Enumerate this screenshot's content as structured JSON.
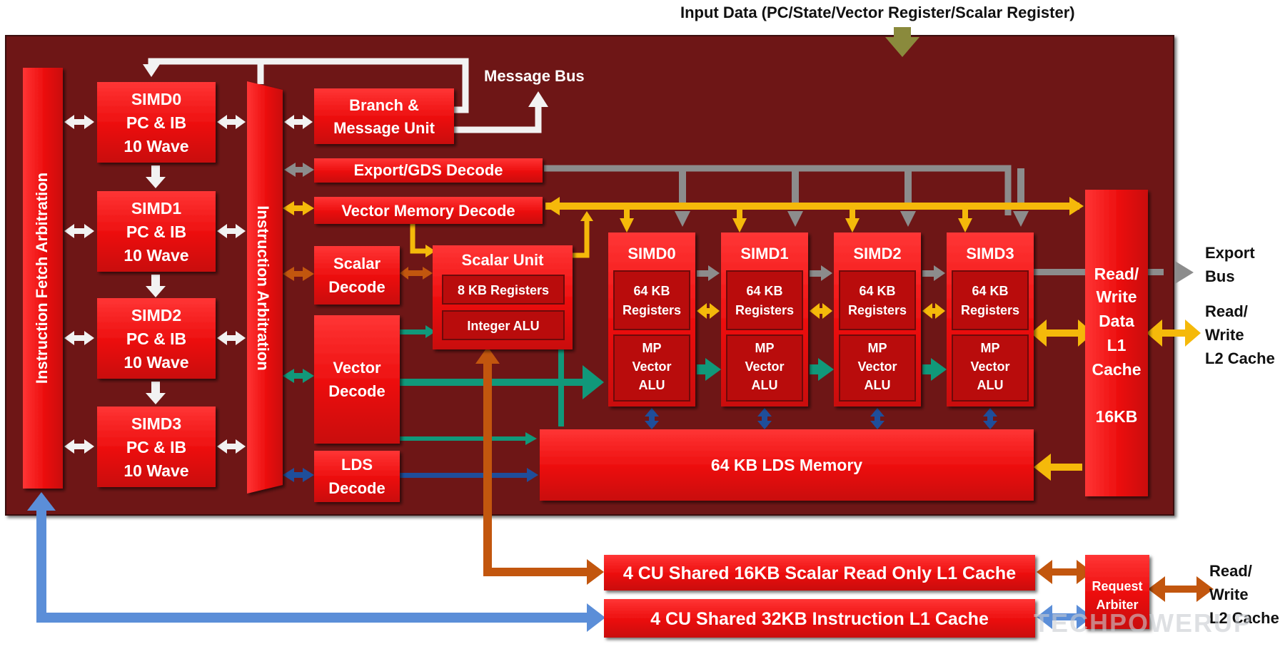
{
  "labels": {
    "input_data": "Input Data (PC/State/Vector Register/Scalar Register)",
    "message_bus": "Message Bus",
    "export_bus": [
      "Export",
      "Bus"
    ],
    "rw_l2_right": [
      "Read/",
      "Write",
      "L2 Cache"
    ],
    "rw_l2_bottom": [
      "Read/",
      "Write",
      "L2 Cache"
    ],
    "watermark": "TECHPOWERUP"
  },
  "blocks": {
    "instruction_fetch_arbitration": "Instruction Fetch Arbitration",
    "instruction_arbitration": "Instruction Arbitration",
    "simd_pc_ib": [
      [
        "SIMD0",
        "PC & IB",
        "10 Wave"
      ],
      [
        "SIMD1",
        "PC & IB",
        "10 Wave"
      ],
      [
        "SIMD2",
        "PC & IB",
        "10 Wave"
      ],
      [
        "SIMD3",
        "PC & IB",
        "10 Wave"
      ]
    ],
    "branch_message_unit": [
      "Branch &",
      "Message Unit"
    ],
    "export_gds_decode": "Export/GDS Decode",
    "vector_memory_decode": "Vector Memory Decode",
    "scalar_decode": [
      "Scalar",
      "Decode"
    ],
    "vector_decode": [
      "Vector",
      "Decode"
    ],
    "lds_decode": [
      "LDS",
      "Decode"
    ],
    "scalar_unit": {
      "title": "Scalar Unit",
      "registers": "8 KB Registers",
      "alu": "Integer ALU"
    },
    "simd_units": [
      {
        "name": "SIMD0",
        "registers": [
          "64 KB",
          "Registers"
        ],
        "alu": [
          "MP",
          "Vector",
          "ALU"
        ]
      },
      {
        "name": "SIMD1",
        "registers": [
          "64 KB",
          "Registers"
        ],
        "alu": [
          "MP",
          "Vector",
          "ALU"
        ]
      },
      {
        "name": "SIMD2",
        "registers": [
          "64 KB",
          "Registers"
        ],
        "alu": [
          "MP",
          "Vector",
          "ALU"
        ]
      },
      {
        "name": "SIMD3",
        "registers": [
          "64 KB",
          "Registers"
        ],
        "alu": [
          "MP",
          "Vector",
          "ALU"
        ]
      }
    ],
    "lds_memory": "64 KB LDS Memory",
    "l1_data_cache": [
      "Read/",
      "Write",
      "Data",
      "L1",
      "Cache",
      "16KB"
    ],
    "scalar_l1_cache": "4 CU Shared 16KB Scalar Read Only L1 Cache",
    "instruction_l1_cache": "4 CU Shared 32KB Instruction L1 Cache",
    "request_arbiter": [
      "Request",
      "Arbiter"
    ]
  },
  "colors": {
    "panel": "#6e1313",
    "block": "#f01616",
    "block_inner": "#b90c0c",
    "white_arrow": "#f2f2f2",
    "gray_arrow": "#8c8c8c",
    "yellow_arrow": "#f5b90a",
    "green_arrow": "#11987a",
    "orange_arrow": "#c2560e",
    "navy_arrow": "#1f4e9a",
    "blue_arrow": "#5b8ed8",
    "olive_arrow": "#8a8a3c"
  }
}
